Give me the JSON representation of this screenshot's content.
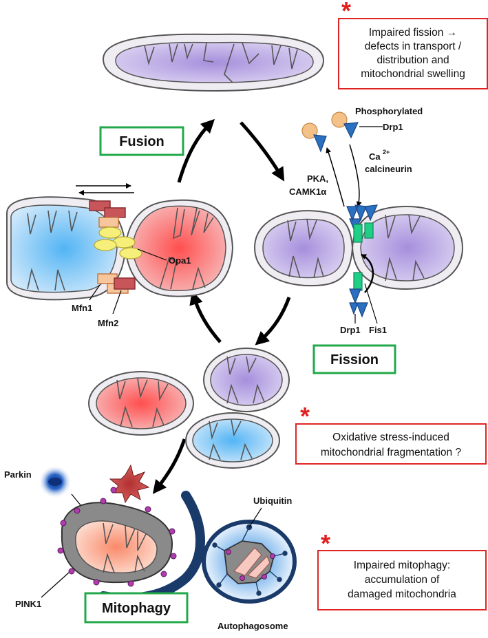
{
  "labels": {
    "fusion": "Fusion",
    "fission": "Fission",
    "mitophagy": "Mitophagy",
    "opa1": "Opa1",
    "mfn1": "Mfn1",
    "mfn2": "Mfn2",
    "phosphorylated": "Phosphorylated",
    "drp1_top": "Drp1",
    "ca": "Ca",
    "ca_sup": "2+",
    "calcineurin": "calcineurin",
    "pka": "PKA,",
    "camk": "CAMK1α",
    "fis1": "Fis1",
    "drp1_bottom": "Drp1",
    "parkin": "Parkin",
    "pink1": "PINK1",
    "ubiquitin": "Ubiquitin",
    "autophagosome": "Autophagosome"
  },
  "notes": {
    "fission_impaired": [
      "Impaired fission →",
      "defects in transport /",
      "distribution and",
      "mitochondrial swelling"
    ],
    "oxidative": [
      "Oxidative stress-induced",
      "mitochondrial fragmentation ?"
    ],
    "mitophagy_impaired": [
      "Impaired mitophagy:",
      "accumulation of",
      "damaged mitochondria"
    ]
  },
  "star": "*",
  "colors": {
    "stage_border": "#22a84a",
    "note_border": "#e02424",
    "star": "#e02020",
    "purple": "#b9a6e0",
    "red": "#f28080",
    "blue": "#8fc8f5",
    "drp1": "#2a6fc0",
    "fis1": "#1fcf86",
    "mfn2": "#c8555a",
    "mfn1": "#f8c69c",
    "opa1": "#f6f07a",
    "parkin": "#1f4ea0",
    "ubiquitin": "#b13cb0",
    "autophagosome": "#1a3a6a"
  }
}
